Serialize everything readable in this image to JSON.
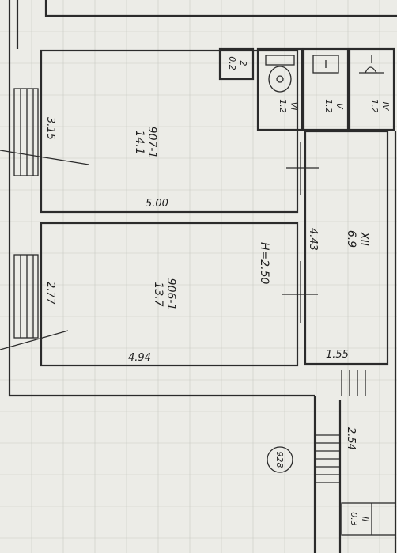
{
  "rooms": {
    "room_top": {
      "code": "907-1",
      "area": "14.1",
      "width_dim": "5.00",
      "depth_dim": "3.15"
    },
    "room_bottom": {
      "code": "906-1",
      "area": "13.7",
      "width_dim": "4.94",
      "depth_dim": "2.77",
      "height": "H=2.50"
    },
    "corridor": {
      "code": "XII",
      "area": "6.9",
      "length_dim": "4.43",
      "width_dim": "1.55"
    },
    "bath_6": {
      "code": "VI",
      "area": "1.2"
    },
    "bath_5": {
      "code": "V",
      "area": "1.2"
    },
    "bath_4": {
      "code": "IV",
      "area": "1.2"
    },
    "closet_2": {
      "code": "2",
      "area": "0.2"
    },
    "lower_right": {
      "code": "II",
      "area": "0.3",
      "dim": "2.54"
    }
  },
  "markers": {
    "circle_code": "928"
  }
}
